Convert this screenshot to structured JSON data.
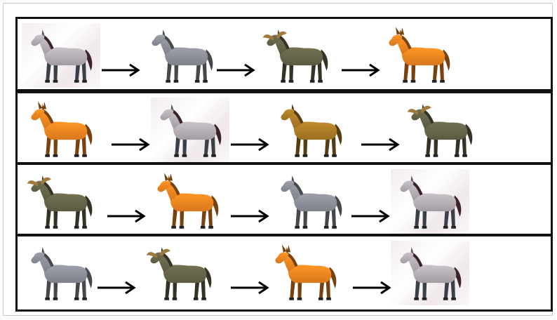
{
  "colors": {
    "row_border": "#111111",
    "horse_grey": "#7e8189",
    "horse_roan": "#a29ca2",
    "horse_olive": "#5c5a42",
    "horse_orange": "#d9781d",
    "horse_brown": "#9a6f22",
    "arrow": "#000000"
  },
  "rows": [
    {
      "items": [
        {
          "kind": "roan",
          "icon": "roan-horse-icon"
        },
        {
          "kind": "grey",
          "icon": "grey-horse-icon"
        },
        {
          "kind": "olive",
          "icon": "olive-moose-horse-icon"
        },
        {
          "kind": "orange",
          "icon": "orange-donkey-horse-icon"
        }
      ]
    },
    {
      "items": [
        {
          "kind": "orange",
          "icon": "orange-donkey-horse-icon"
        },
        {
          "kind": "roan",
          "icon": "roan-horse-icon"
        },
        {
          "kind": "brown",
          "icon": "brown-horse-icon"
        },
        {
          "kind": "olive",
          "icon": "olive-moose-horse-icon"
        }
      ]
    },
    {
      "items": [
        {
          "kind": "olive",
          "icon": "olive-moose-horse-icon"
        },
        {
          "kind": "orange",
          "icon": "orange-donkey-horse-icon"
        },
        {
          "kind": "grey",
          "icon": "grey-horse-icon"
        },
        {
          "kind": "roan",
          "icon": "roan-horse-icon"
        }
      ]
    },
    {
      "items": [
        {
          "kind": "grey",
          "icon": "grey-horse-icon"
        },
        {
          "kind": "olive",
          "icon": "olive-moose-horse-icon"
        },
        {
          "kind": "orange",
          "icon": "orange-donkey-horse-icon"
        },
        {
          "kind": "roan",
          "icon": "roan-horse-icon"
        }
      ]
    }
  ]
}
